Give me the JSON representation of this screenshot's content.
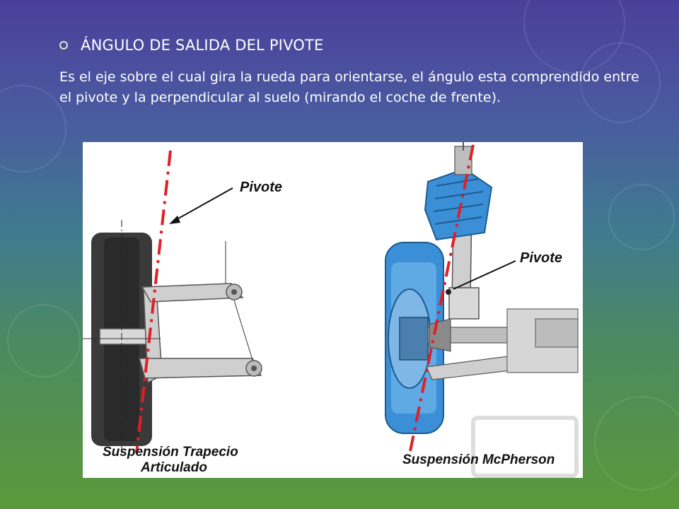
{
  "slide": {
    "title": "ÁNGULO DE SALIDA DEL PIVOTE",
    "body": "Es el eje sobre el cual gira la rueda para orientarse, el ángulo esta comprendido entre el pivote y la perpendicular al suelo (mirando el coche de frente)."
  },
  "bullet_icon": "ring-bullet-icon",
  "figure": {
    "left": {
      "pivot_label": "Pivote",
      "caption_line1": "Suspensión Trapecio",
      "caption_line2": "Articulado"
    },
    "right": {
      "pivot_label": "Pivote",
      "caption": "Suspensión McPherson"
    }
  },
  "colors": {
    "pivot_axis": "#e01f26",
    "wheel_blue": "#3a8fd6",
    "tire_dark": "#2e2e2e"
  }
}
